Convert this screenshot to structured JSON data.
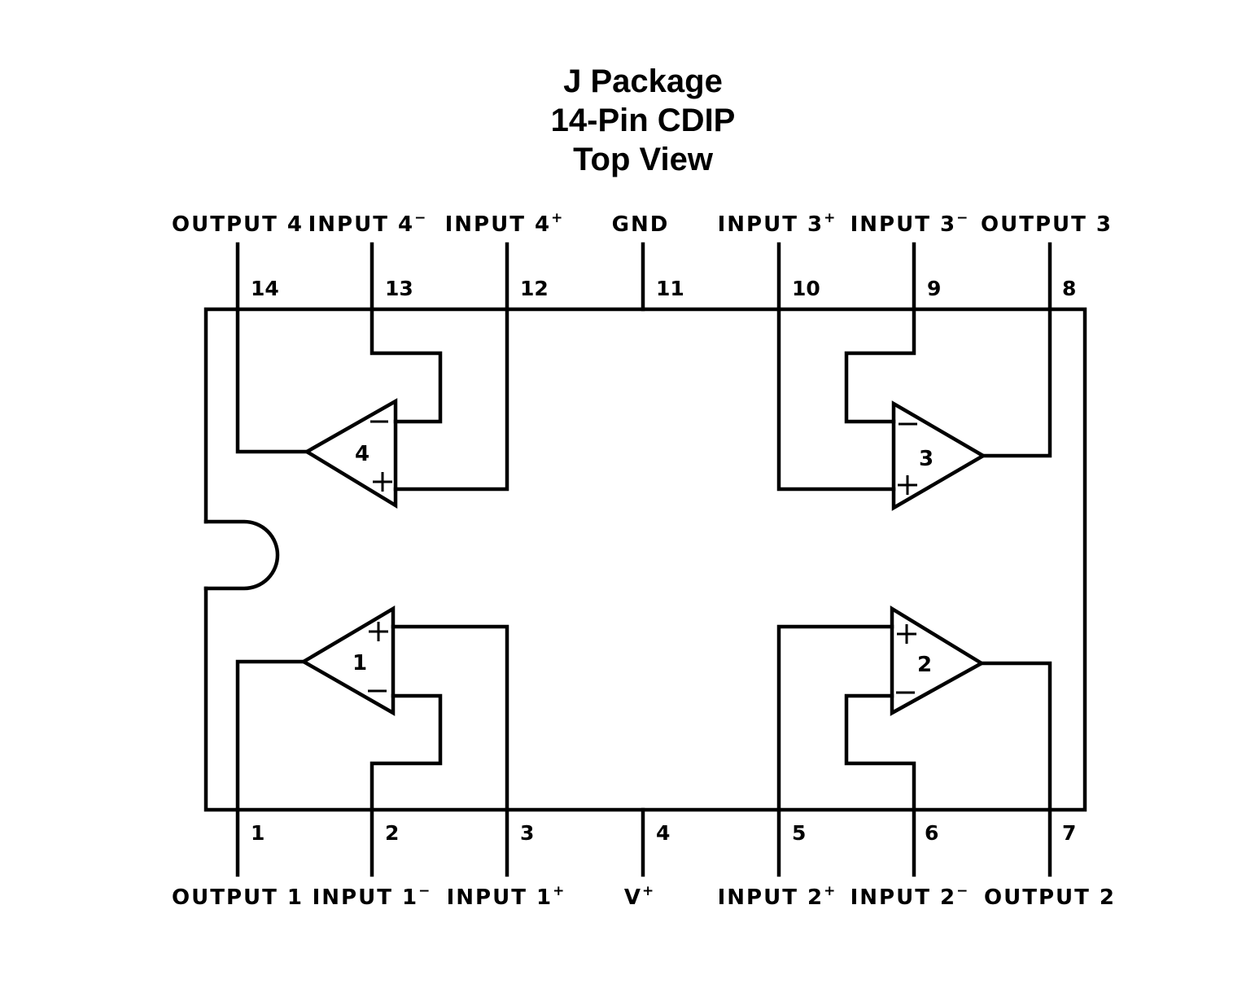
{
  "title": {
    "line1": "J Package",
    "line2": "14-Pin CDIP",
    "line3": "Top View"
  },
  "pins": [
    {
      "number": "1",
      "name": "OUTPUT 1",
      "sup": ""
    },
    {
      "number": "2",
      "name": "INPUT 1",
      "sup": "−"
    },
    {
      "number": "3",
      "name": "INPUT 1",
      "sup": "+"
    },
    {
      "number": "4",
      "name": "V",
      "sup": "+"
    },
    {
      "number": "5",
      "name": "INPUT 2",
      "sup": "+"
    },
    {
      "number": "6",
      "name": "INPUT 2",
      "sup": "−"
    },
    {
      "number": "7",
      "name": "OUTPUT 2",
      "sup": ""
    },
    {
      "number": "8",
      "name": "OUTPUT 3",
      "sup": ""
    },
    {
      "number": "9",
      "name": "INPUT 3",
      "sup": "−"
    },
    {
      "number": "10",
      "name": "INPUT 3",
      "sup": "+"
    },
    {
      "number": "11",
      "name": "GND",
      "sup": ""
    },
    {
      "number": "12",
      "name": "INPUT 4",
      "sup": "+"
    },
    {
      "number": "13",
      "name": "INPUT 4",
      "sup": "−"
    },
    {
      "number": "14",
      "name": "OUTPUT 4",
      "sup": ""
    }
  ],
  "amplifiers": [
    {
      "label": "1"
    },
    {
      "label": "2"
    },
    {
      "label": "3"
    },
    {
      "label": "4"
    }
  ]
}
